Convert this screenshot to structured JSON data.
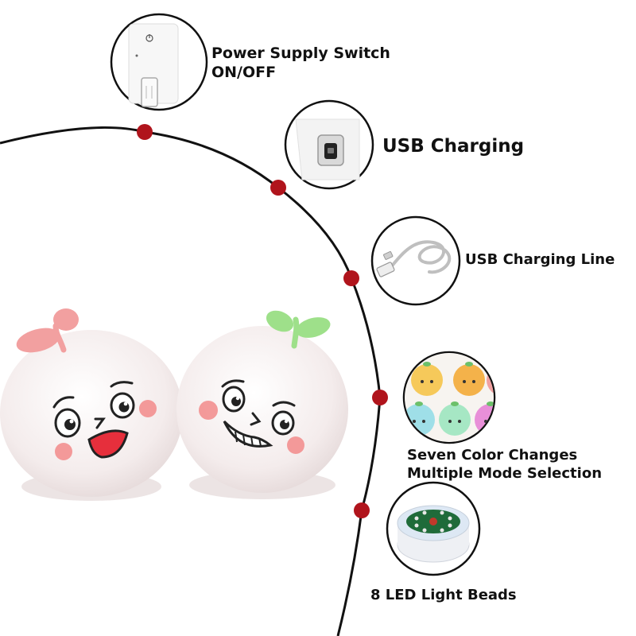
{
  "features": {
    "power_switch": {
      "line1": "Power Supply Switch",
      "line2": "ON/OFF",
      "icon": "power-icon"
    },
    "usb_charging": {
      "label": "USB Charging",
      "icon": "usb-port-icon"
    },
    "usb_line": {
      "label": "USB Charging Line",
      "icon": "usb-cable-icon"
    },
    "color_modes": {
      "line1": "Seven Color Changes",
      "line2": "Multiple Mode Selection"
    },
    "led_beads": {
      "label": "8 LED Light Beads"
    }
  },
  "colors": {
    "accent_dot": "#b0141c",
    "arc": "#111111",
    "lamp_body": "#f4ecec",
    "pink_sprout": "#f2a0a0",
    "green_sprout": "#9ee08a",
    "cheek": "#f28a8a"
  }
}
